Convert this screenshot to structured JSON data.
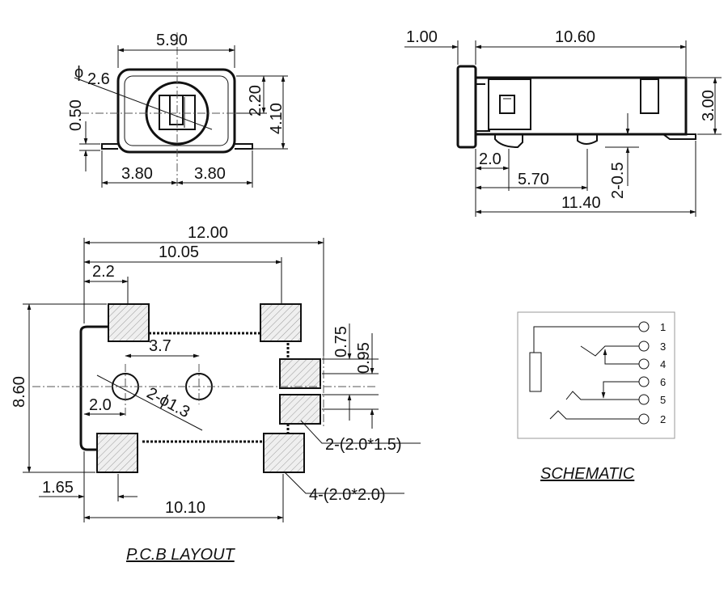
{
  "front_view": {
    "width": "5.90",
    "diameter": "2.6",
    "diameter_symbol": "ϕ",
    "height_total": "4.10",
    "height_top": "2.20",
    "height_bottom": "0.50",
    "half_left": "3.80",
    "half_right": "3.80"
  },
  "side_view": {
    "front_flange": "1.00",
    "body_length": "10.60",
    "height": "3.00",
    "peg_offset": "2.0",
    "peg_pitch": "5.70",
    "peg_height": "2-0.5",
    "total_length": "11.40"
  },
  "pcb_layout": {
    "overall_width": "12.00",
    "pad_span_top": "10.05",
    "left_offset": "2.2",
    "hole_pitch": "3.7",
    "hole_offset": "2.0",
    "hole_note": "2-ϕ1.3",
    "height": "8.60",
    "small_pad_gap_a": "0.75",
    "small_pad_gap_b": "0.95",
    "small_pad_note": "2-(2.0*1.5)",
    "bottom_left_offset": "1.65",
    "pad_span_bottom": "10.10",
    "large_pad_note": "4-(2.0*2.0)",
    "caption": "P.C.B LAYOUT"
  },
  "schematic": {
    "pins": [
      "1",
      "3",
      "4",
      "6",
      "5",
      "2"
    ],
    "caption": "SCHEMATIC"
  }
}
